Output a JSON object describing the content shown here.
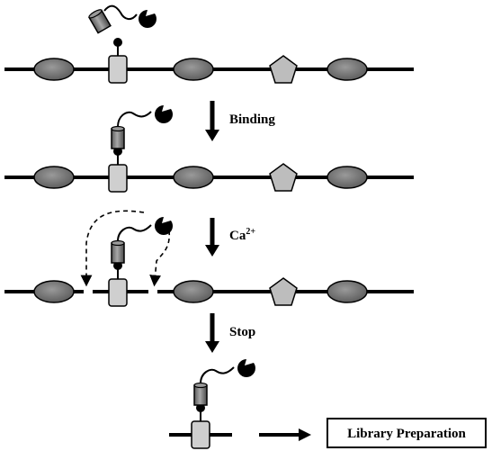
{
  "steps": {
    "binding_label": "Binding",
    "calcium_label": "Ca",
    "calcium_superscript": "2+",
    "stop_label": "Stop"
  },
  "output_box": {
    "label": "Library Preparation"
  },
  "colors": {
    "line": "#000000",
    "nucleosome_fill": "#7a7a7a",
    "box_fill": "#cfcfcf",
    "pentagon_fill": "#bdbdbd",
    "antibody_fill": "#8a8a8a"
  },
  "icons": {
    "nucleosome": "ellipse",
    "target_protein": "rounded-box-with-lollipop",
    "other_protein": "pentagon",
    "antibody_mnase": "cylinder-tether-pacman",
    "step_arrow": "down-arrow",
    "cut_arrow": "dashed-curved-arrow"
  }
}
